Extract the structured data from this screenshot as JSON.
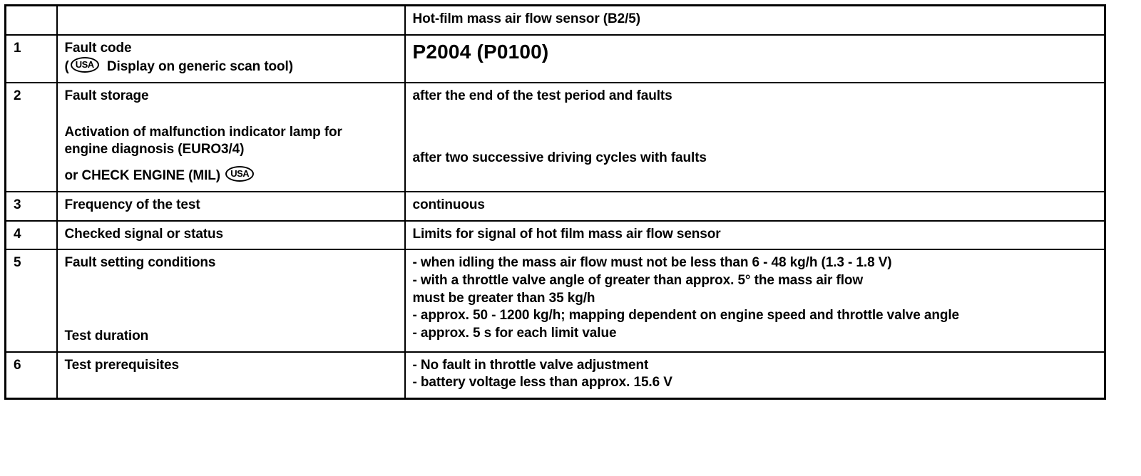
{
  "document": {
    "type": "diagnostic-specification-table",
    "header": {
      "col_num": "",
      "col_desc": "",
      "col_value": "Hot-film mass air flow sensor (B2/5)"
    },
    "icons": {
      "usa_badge_label": "USA",
      "usa_badge_name": "usa-market-icon"
    },
    "rows": [
      {
        "num": "1",
        "desc_line1": "Fault code",
        "desc_line2_prefix": "(",
        "desc_line2_suffix": " Display on generic scan tool)",
        "value_line1": "P2004 (P0100)"
      },
      {
        "num": "2",
        "desc_line1": "Fault storage",
        "desc_line2": "Activation of malfunction indicator lamp for",
        "desc_line3": "engine diagnosis (EURO3/4)",
        "desc_line4_prefix": "or CHECK ENGINE (MIL) ",
        "value_line1": "after the end of the test period and faults",
        "value_line2": "after two successive driving cycles with faults"
      },
      {
        "num": "3",
        "desc_line1": "Frequency of the test",
        "value_line1": "continuous"
      },
      {
        "num": "4",
        "desc_line1": "Checked signal or status",
        "value_line1": "Limits for signal of hot film mass air flow sensor"
      },
      {
        "num": "5",
        "desc_line1": "Fault setting conditions",
        "desc_line2": "Test duration",
        "value_line1": "- when idling the mass air flow must not be less than 6 - 48 kg/h (1.3 - 1.8 V)",
        "value_line2": "- with a throttle valve angle of greater than approx. 5° the mass air flow",
        "value_line3": "must be greater than 35 kg/h",
        "value_line4": "- approx. 50 - 1200 kg/h; mapping dependent on engine speed and throttle valve angle",
        "value_line5": "- approx. 5 s for each limit value"
      },
      {
        "num": "6",
        "desc_line1": "Test prerequisites",
        "value_line1": "- No fault in throttle valve adjustment",
        "value_line2": "- battery voltage less than approx. 15.6 V"
      }
    ]
  }
}
